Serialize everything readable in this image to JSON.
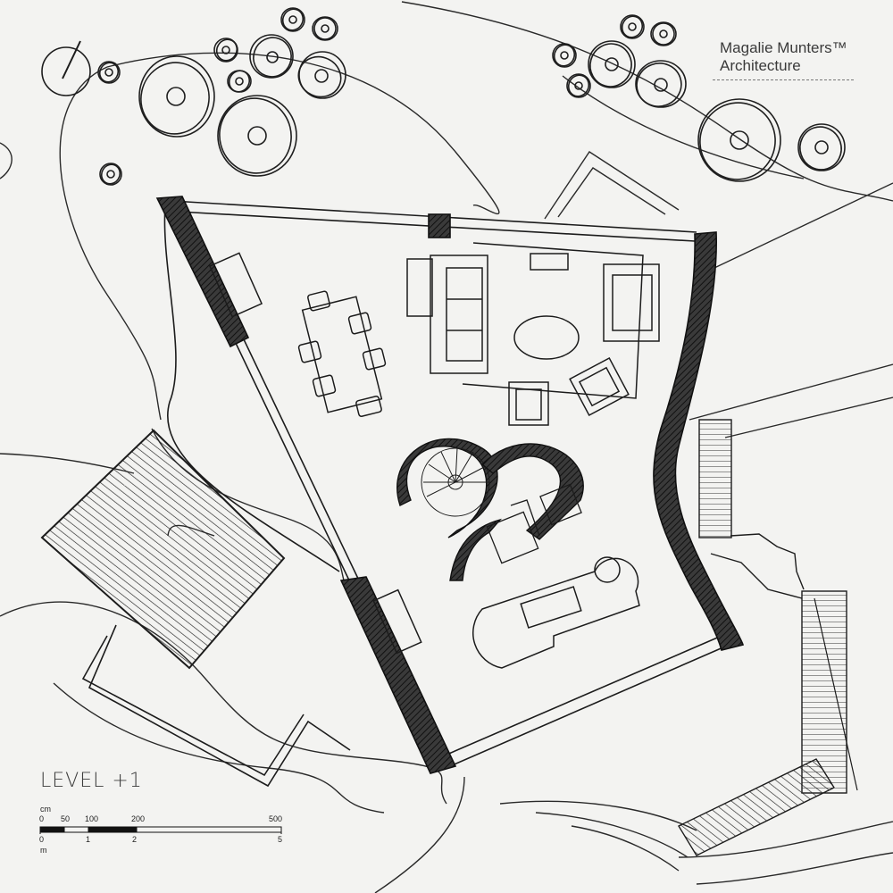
{
  "brand": {
    "name": "Magalie Munters™",
    "subtitle": "Architecture"
  },
  "plan": {
    "level_label": "LEVEL +1"
  },
  "scale_bar": {
    "unit_top": "cm",
    "ticks_top": [
      "0",
      "50",
      "100",
      "200",
      "500"
    ],
    "unit_bottom": "m",
    "ticks_bottom": [
      "0",
      "1",
      "2",
      "5"
    ]
  },
  "icons": {
    "north": "north-arrow-icon"
  },
  "colors": {
    "paper": "#f3f3f1",
    "ink": "#1c1c1c",
    "wall_fill": "#2a2a2a"
  }
}
